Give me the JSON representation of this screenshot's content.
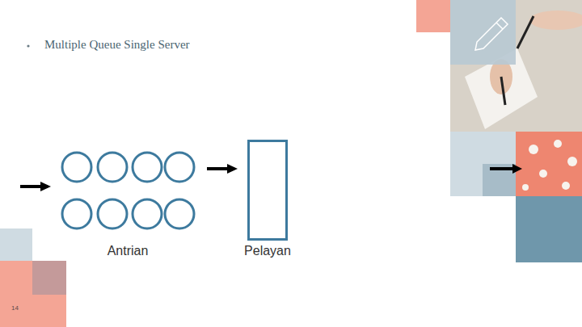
{
  "diagram": {
    "title": "Multiple Queue Single Server",
    "nodes": [
      {
        "text": [
          "Antrian"
        ]
      },
      {
        "text": [
          "Pelayan"
        ]
      }
    ],
    "edges": [
      {
        "from": 0,
        "to": 1,
        "arrow": "to"
      }
    ],
    "labels": [
      "14"
    ]
  }
}
